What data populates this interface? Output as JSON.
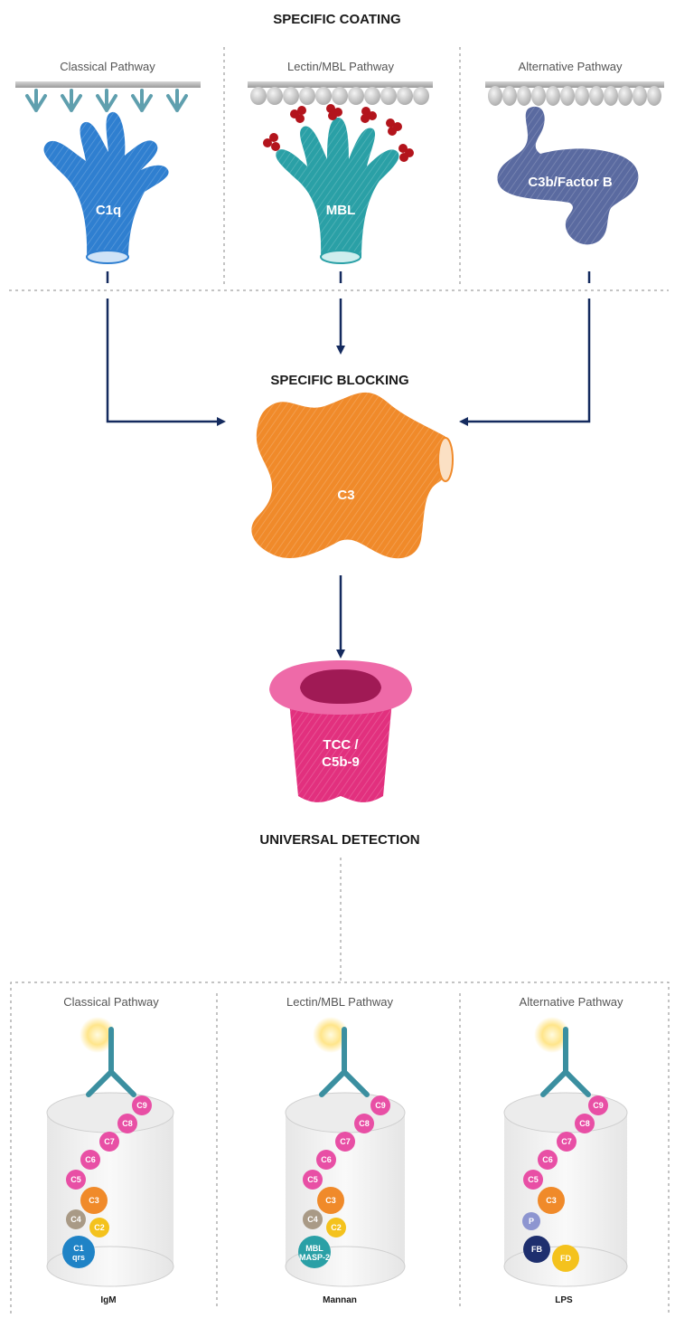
{
  "headings": {
    "coating": "SPECIFIC COATING",
    "blocking": "SPECIFIC BLOCKING",
    "detection": "UNIVERSAL DETECTION"
  },
  "top_panels": [
    {
      "pathway": "Classical Pathway",
      "molecule": "C1q"
    },
    {
      "pathway": "Lectin/MBL Pathway",
      "molecule": "MBL"
    },
    {
      "pathway": "Alternative Pathway",
      "molecule": "C3b/Factor B"
    }
  ],
  "center": {
    "c3_label": "C3",
    "tcc_label_line1": "TCC /",
    "tcc_label_line2": "C5b-9"
  },
  "bottom_panels": [
    {
      "pathway": "Classical Pathway",
      "substrate": "IgM"
    },
    {
      "pathway": "Lectin/MBL Pathway",
      "substrate": "Mannan"
    },
    {
      "pathway": "Alternative Pathway",
      "substrate": "LPS"
    }
  ],
  "cascade": {
    "c9": "C9",
    "c8": "C8",
    "c7": "C7",
    "c6": "C6",
    "c5": "C5",
    "c3": "C3",
    "c4": "C4",
    "c2": "C2",
    "c1": "C1",
    "c1_sub": "qrs",
    "mbl": "MBL",
    "mbl_sub": "MASP-2",
    "p": "P",
    "fb": "FB",
    "fd": "FD"
  },
  "colors": {
    "classical_blue": "#2f7fd0",
    "mbl_teal": "#2aa0a6",
    "alt_slate": "#5a6aa0",
    "c3_orange": "#f08a2a",
    "tcc_pink": "#e2307e",
    "arrow_navy": "#142a5e",
    "late_pink": "#e84fa5"
  }
}
